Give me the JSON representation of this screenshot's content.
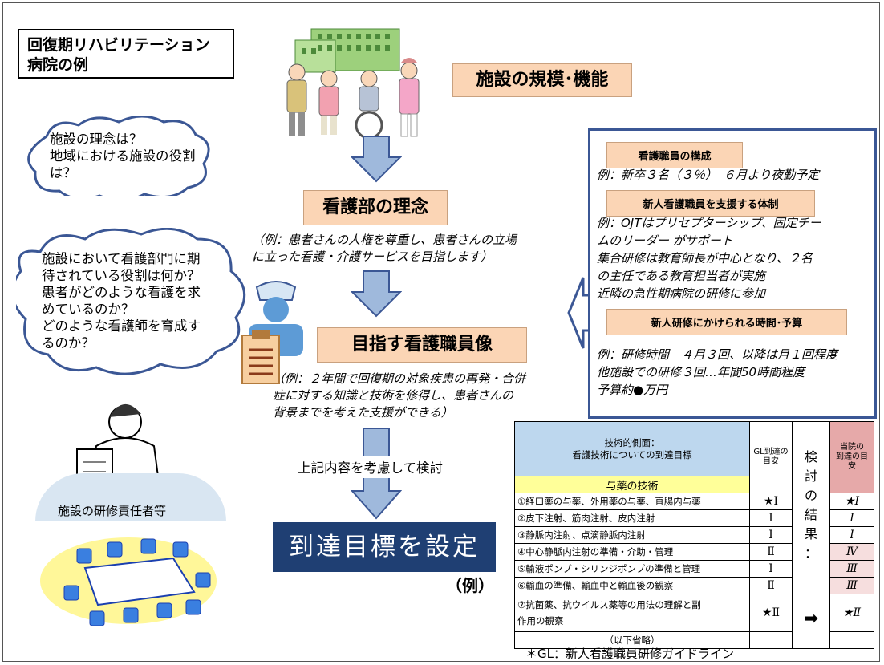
{
  "title": "回復期リハビリテーション\n病院の例",
  "facility_box": "施設の規模･機能",
  "cloud1": "施設の理念は？\n地域における施設の役割\nは？",
  "cloud2": "施設において看護部門に期\n待されている役割は何か？\n患者がどのような看護を求\nめているのか？\nどのような看護師を育成す\nるのか？",
  "philosophy_box": "看護部の理念",
  "philosophy_note": "（例：患者さんの人権を尊重し、患者さんの立場\nに立った看護・介護サービスを目指します）",
  "ideal_box": "目指す看護職員像",
  "ideal_note": "（例：２年間で回復期の対象疾患の再発・合併\n症に対する知識と技術を修得し、患者さんの\n背景までを考えた支援ができる）",
  "consider_text": "上記内容を考慮して検討",
  "goal_box": "到達目標を設定",
  "example_label": "（例）",
  "trainer_label": "施設の研修責任者等",
  "right_panel": {
    "label1": "看護職員の構成",
    "text1": "例：新卒３名（３％）　６月より夜勤予定",
    "label2": "新人看護職員を支援する体制",
    "text2": "例：OJTはプリセプターシップ、固定チー\nムのリーダー がサポート\n集合研修は教育師長が中心となり、２名\nの主任である教育担当者が実施\n近隣の急性期病院の研修に参加",
    "label3": "新人研修にかけられる時間･予算",
    "text3": "例：研修時間　４月３回、以降は月１回程度\n他施設での研修３回…年間50時間程度\n予算約●万円"
  },
  "table": {
    "header_main": "技術的側面：\n看護技術についての到達目標",
    "header_gl": "GL到達の\n目安",
    "header_result": "検\n討\nの\n結\n果\n：",
    "header_hospital": "当院の\n到達の目安",
    "subheader": "与薬の技術",
    "rows": [
      {
        "item": "①経口薬の与薬、外用薬の与薬、直腸内与薬",
        "gl": "★Ⅰ",
        "hosp": "★Ⅰ"
      },
      {
        "item": "②皮下注射、筋肉注射、皮内注射",
        "gl": "Ⅰ",
        "hosp": "Ⅰ"
      },
      {
        "item": "③静脈内注射、点滴静脈内注射",
        "gl": "Ⅰ",
        "hosp": "Ⅰ"
      },
      {
        "item": "④中心静脈内注射の準備・介助・管理",
        "gl": "Ⅱ",
        "hosp": "Ⅳ"
      },
      {
        "item": "⑤輸液ポンプ・シリンジポンプの準備と管理",
        "gl": "Ⅰ",
        "hosp": "Ⅲ"
      },
      {
        "item": "⑥輸血の準備、輸血中と輸血後の観察",
        "gl": "Ⅱ",
        "hosp": "Ⅲ"
      },
      {
        "item": "⑦抗菌薬、抗ウイルス薬等の用法の理解と副\n作用の観察",
        "gl": "★Ⅱ",
        "hosp": "★Ⅱ"
      }
    ],
    "footer": "（以下省略）",
    "arrow": "➡"
  },
  "footnote": "＊GL：新人看護職員研修ガイドライン",
  "colors": {
    "peach": "#fbd5b5",
    "navy": "#1f3f73",
    "arrow": "#9fb9dc",
    "header_blue": "#bdd7ee",
    "header_yellow": "#ffff99",
    "header_pink": "#e6a9a9"
  }
}
